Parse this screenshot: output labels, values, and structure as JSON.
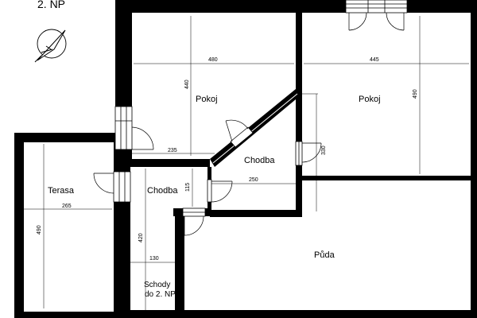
{
  "floor_label": "2. NP",
  "rooms": {
    "pokoj_left": "Pokoj",
    "pokoj_right": "Pokoj",
    "chodba_center": "Chodba",
    "chodba_left": "Chodba",
    "terasa": "Terasa",
    "puda": "Půda",
    "schody_line1": "Schody",
    "schody_line2": "do 2. NP"
  },
  "dimensions": {
    "d480": "480",
    "d445": "445",
    "d440": "440",
    "d490_right": "490",
    "d330": "330",
    "d235": "235",
    "d250": "250",
    "d115": "115",
    "d265": "265",
    "d490_left": "490",
    "d420": "420",
    "d130": "130"
  },
  "icons": {
    "north_arrow": "compass-north-arrow-icon"
  }
}
